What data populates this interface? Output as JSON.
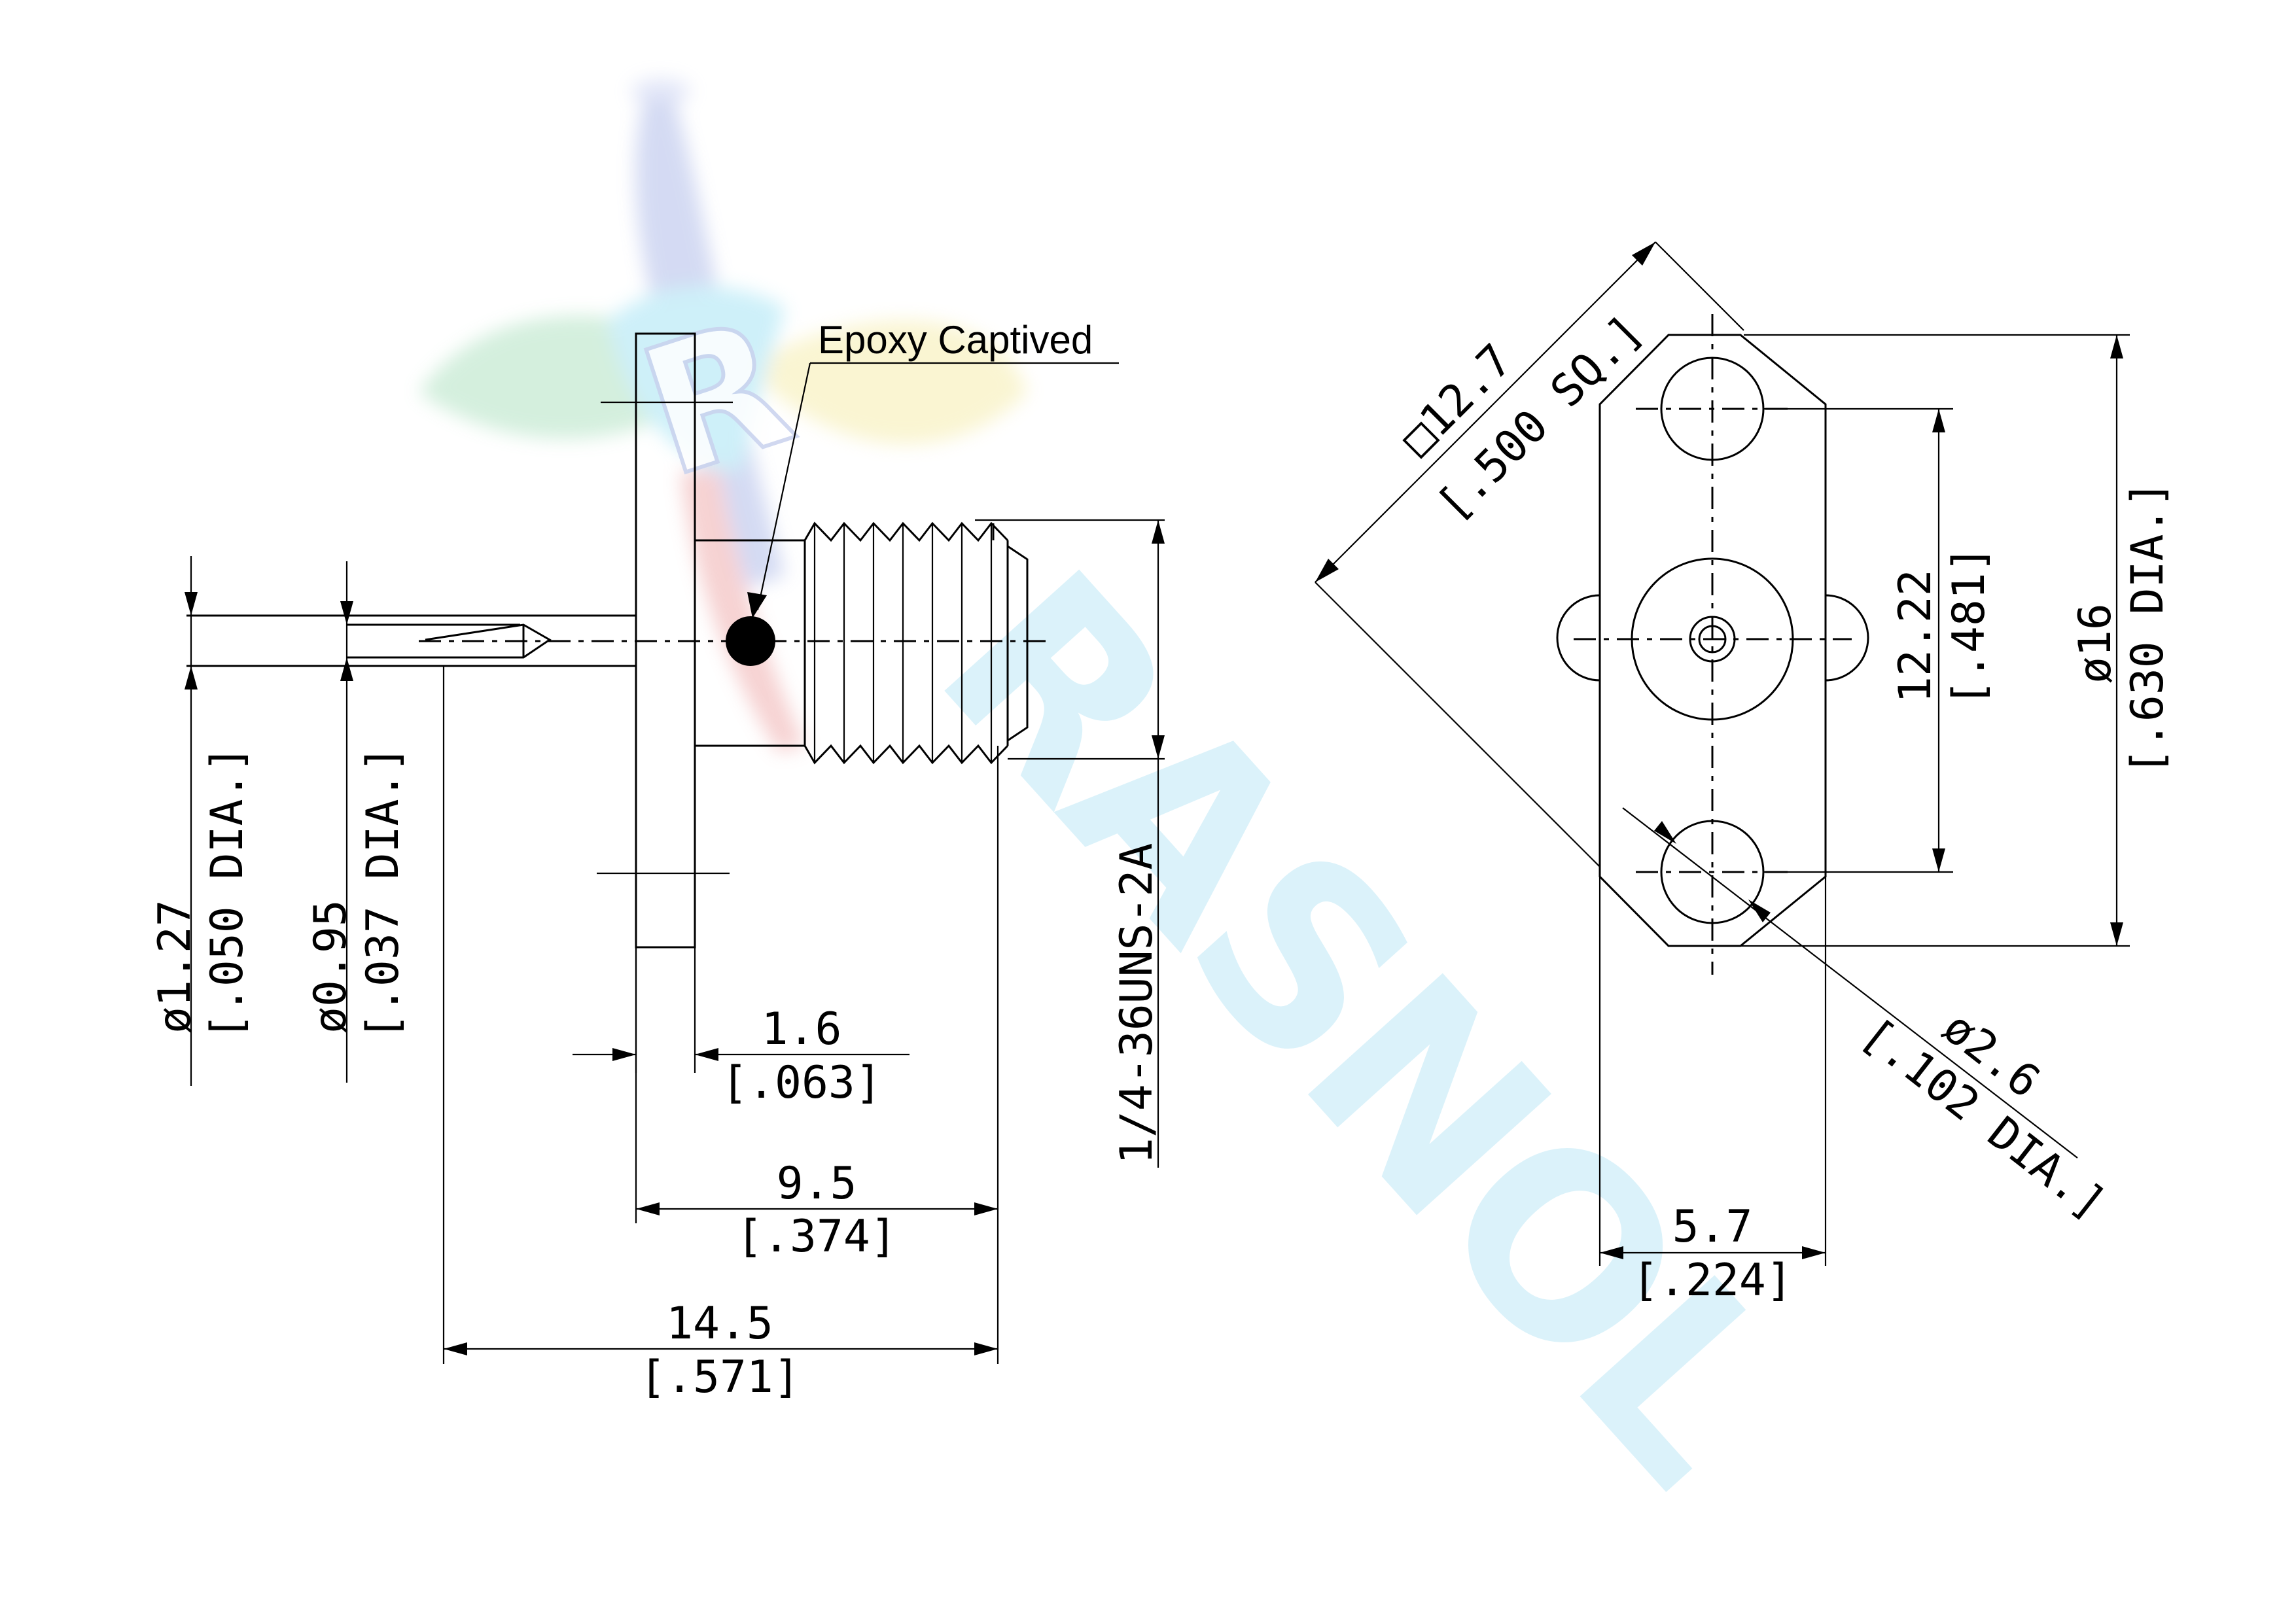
{
  "side_view": {
    "note": "Epoxy Captived",
    "dims": {
      "pin_dia_mm": "ø1.27",
      "pin_dia_in": "[.050 DIA.]",
      "tip_dia_mm": "ø0.95",
      "tip_dia_in": "[.037 DIA.]",
      "thread": "1/4-36UNS-2A",
      "flange_thk_mm": "1.6",
      "flange_thk_in": "[.063]",
      "body_len_mm": "9.5",
      "body_len_in": "[.374]",
      "overall_len_mm": "14.5",
      "overall_len_in": "[.571]"
    }
  },
  "front_view": {
    "dims": {
      "square_mm": "□12.7",
      "square_in": "[.500 SQ.]",
      "hole_spacing_mm": "12.22",
      "hole_spacing_in": "[.481]",
      "outer_dia_mm": "ø16",
      "outer_dia_in": "[.630 DIA.]",
      "hole_dia_mm": "ø2.6",
      "hole_dia_in": "[.102 DIA.]",
      "width_mm": "5.7",
      "width_in": "[.224]"
    }
  },
  "watermark": {
    "logo_letter": "R",
    "brand_text": "RASNOL",
    "colors": [
      "#8fa0e0",
      "#8fd6a8",
      "#f2e58a",
      "#e88a8a",
      "#7fd8f0"
    ]
  }
}
